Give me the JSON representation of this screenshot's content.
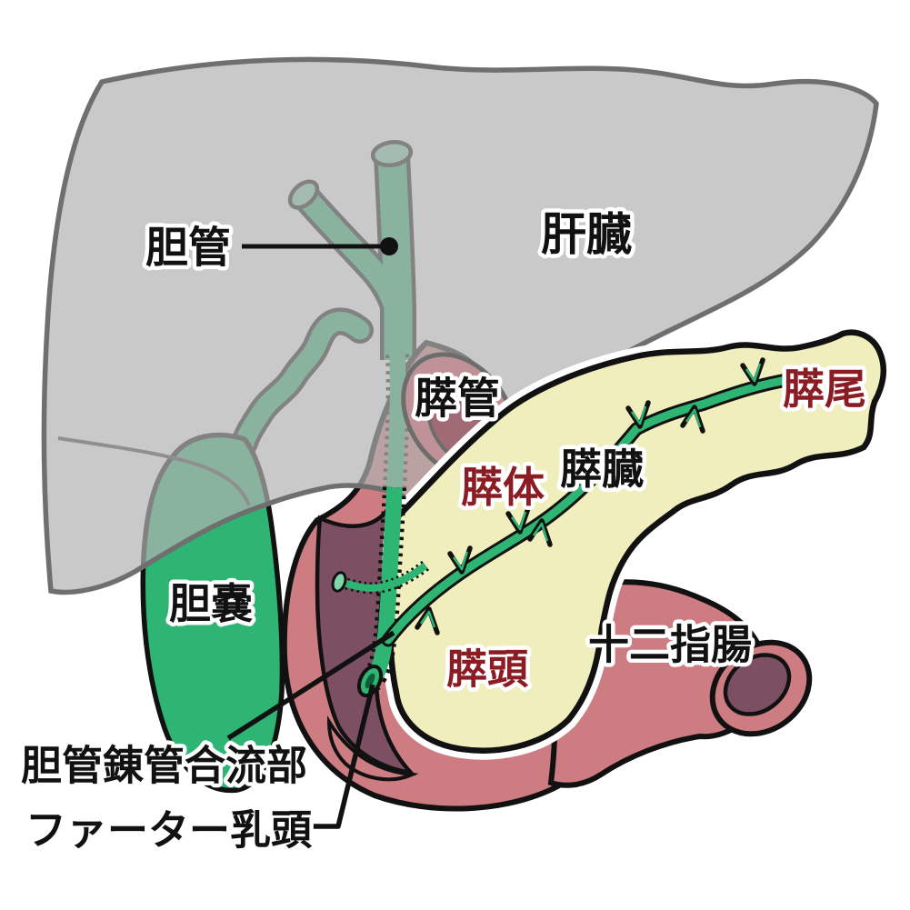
{
  "diagram": {
    "type": "anatomical-illustration",
    "subject": "liver, bile duct, gallbladder, pancreas and duodenum"
  },
  "labels": {
    "bile_duct": "胆管",
    "liver": "肝臓",
    "pancreatic_duct": "膵管",
    "pancreas_tail": "膵尾",
    "pancreas_body": "膵体",
    "pancreas": "膵臓",
    "gallbladder": "胆嚢",
    "pancreas_head": "膵頭",
    "duodenum": "十二指腸",
    "duct_junction": "胆管錬管合流部",
    "vater_papilla": "ファーター乳頭"
  },
  "colors": {
    "background": "#ffffff",
    "liver_gray": "#c9c9c9",
    "liver_edge": "#6f6f6f",
    "duct_green": "#2eb573",
    "duct_green_light": "#7fd4a8",
    "gallbladder_green": "#2eb573",
    "duodenum_pink": "#cd7d81",
    "duodenum_inner_plum": "#7d4f62",
    "bulb_muted_pink": "#bf9297",
    "bulb_muted_inner": "#a06b74",
    "pancreas_yellow": "#efeebc",
    "outline_black": "#111111",
    "label_black": "#111111",
    "label_dark_red": "#8b1c24"
  }
}
